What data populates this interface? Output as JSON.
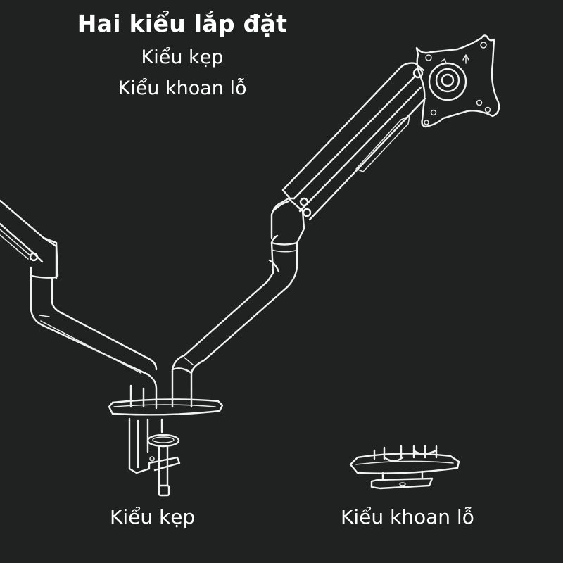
{
  "header": {
    "title": "Hai kiểu lắp đặt",
    "options": [
      "Kiểu kẹp",
      "Kiểu khoan lỗ"
    ]
  },
  "illustration": {
    "subject": "dual monitor arm line drawing",
    "vesa_plate": "vesa-mount-plate",
    "mounts": [
      {
        "id": "clamp",
        "label": "Kiểu kẹp"
      },
      {
        "id": "grommet",
        "label": "Kiểu khoan lỗ"
      }
    ]
  },
  "colors": {
    "background": "#202221",
    "line": "#f2f2f2",
    "text": "#ffffff"
  }
}
